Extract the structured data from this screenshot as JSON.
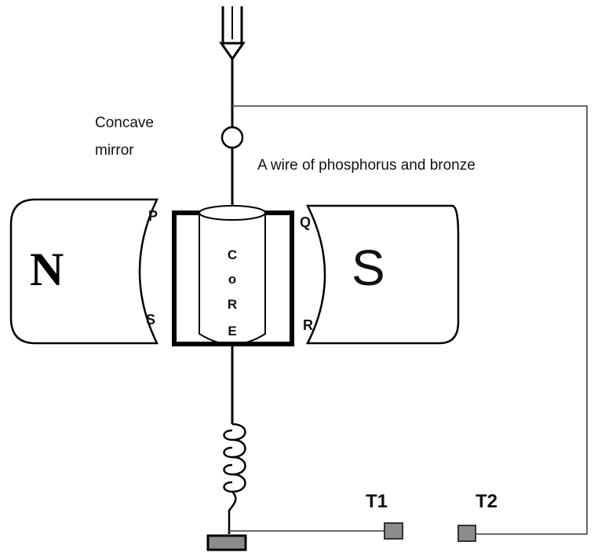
{
  "labels": {
    "mirror_line1": "Concave",
    "mirror_line2": "mirror",
    "wire": "A wire of phosphorus and bronze",
    "magnet_north": "N",
    "magnet_south": "S",
    "corner_p": "P",
    "corner_q": "Q",
    "corner_r": "R",
    "corner_s": "S",
    "core_letters": [
      "C",
      "o",
      "R",
      "E"
    ],
    "terminal_1": "T1",
    "terminal_2": "T2"
  },
  "colors": {
    "line": "#000000",
    "thin_wire": "#555555",
    "terminal": "#8c8c8c"
  }
}
